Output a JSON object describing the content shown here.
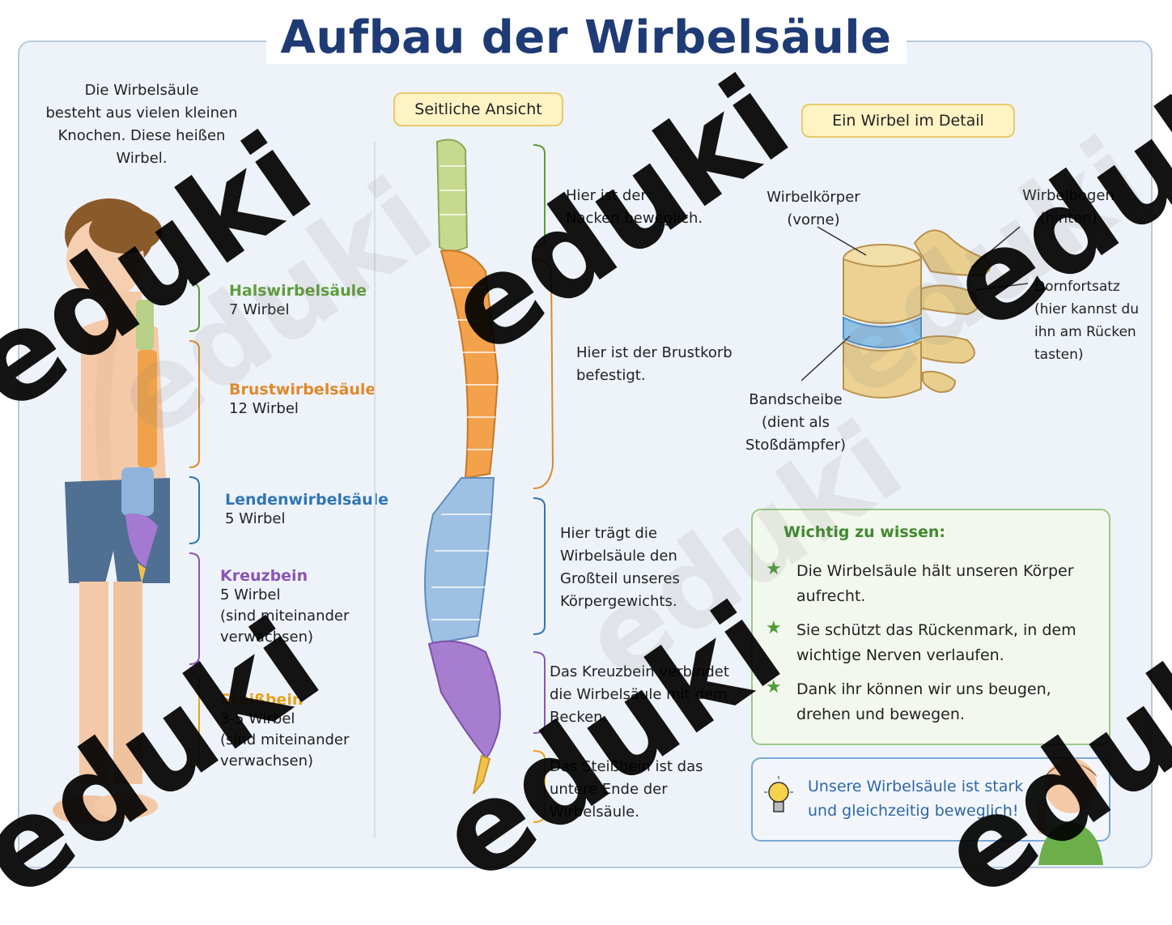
{
  "title": "Aufbau der Wirbelsäule",
  "intro": [
    "Die Wirbelsäule",
    "besteht aus vielen kleinen",
    "Knochen. Diese heißen",
    "Wirbel."
  ],
  "sections": [
    {
      "name": "Halswirbelsäule",
      "lines": [
        "7 Wirbel"
      ],
      "color": "#5f9d3a"
    },
    {
      "name": "Brustwirbelsäule",
      "lines": [
        "12 Wirbel"
      ],
      "color": "#e0882b"
    },
    {
      "name": "Lendenwirbelsäule",
      "lines": [
        "5 Wirbel"
      ],
      "color": "#2f76b4"
    },
    {
      "name": "Kreuzbein",
      "lines": [
        "5 Wirbel",
        "(sind miteinander",
        "verwachsen)"
      ],
      "color": "#8b55b5"
    },
    {
      "name": "Steißbein",
      "lines": [
        "3-5 Wirbel",
        "(sind miteinander",
        "verwachsen)"
      ],
      "color": "#e7a21e"
    }
  ],
  "side_view": {
    "label": "Seitliche Ansicht",
    "notes": [
      [
        "Hier ist der",
        "Nacken beweglich."
      ],
      [
        "Hier ist der Brustkorb",
        "befestigt."
      ],
      [
        "Hier trägt die",
        "Wirbelsäule den",
        "Großteil unseres",
        "Körpergewichts."
      ],
      [
        "Das Kreuzbein verbindet",
        "die Wirbelsäule mit dem",
        "Becken."
      ],
      [
        "Das Steißbein ist das",
        "untere Ende der",
        "Wirbelsäule."
      ]
    ]
  },
  "detail": {
    "label": "Ein Wirbel im Detail",
    "body": [
      "Wirbelkörper",
      "(vorne)"
    ],
    "arch": [
      "Wirbelbogen",
      "(hinten)"
    ],
    "process": [
      "Dornfortsatz",
      "(hier kannst du",
      "ihn am Rücken",
      "tasten)"
    ],
    "disc": [
      "Bandscheibe",
      "(dient als",
      "Stoßdämpfer)"
    ]
  },
  "facts": {
    "heading": "Wichtig zu wissen:",
    "items": [
      [
        "Die Wirbelsäule hält unseren Körper",
        "aufrecht."
      ],
      [
        "Sie schützt das Rückenmark, in dem",
        "wichtige Nerven verlaufen."
      ],
      [
        "Dank ihr können wir uns beugen,",
        "drehen und bewegen."
      ]
    ]
  },
  "tip": [
    "Unsere Wirbelsäule ist stark",
    "und gleichzeitig beweglich!"
  ],
  "watermark": "eduki",
  "icons": [
    "lightbulb-icon",
    "star-icon"
  ]
}
